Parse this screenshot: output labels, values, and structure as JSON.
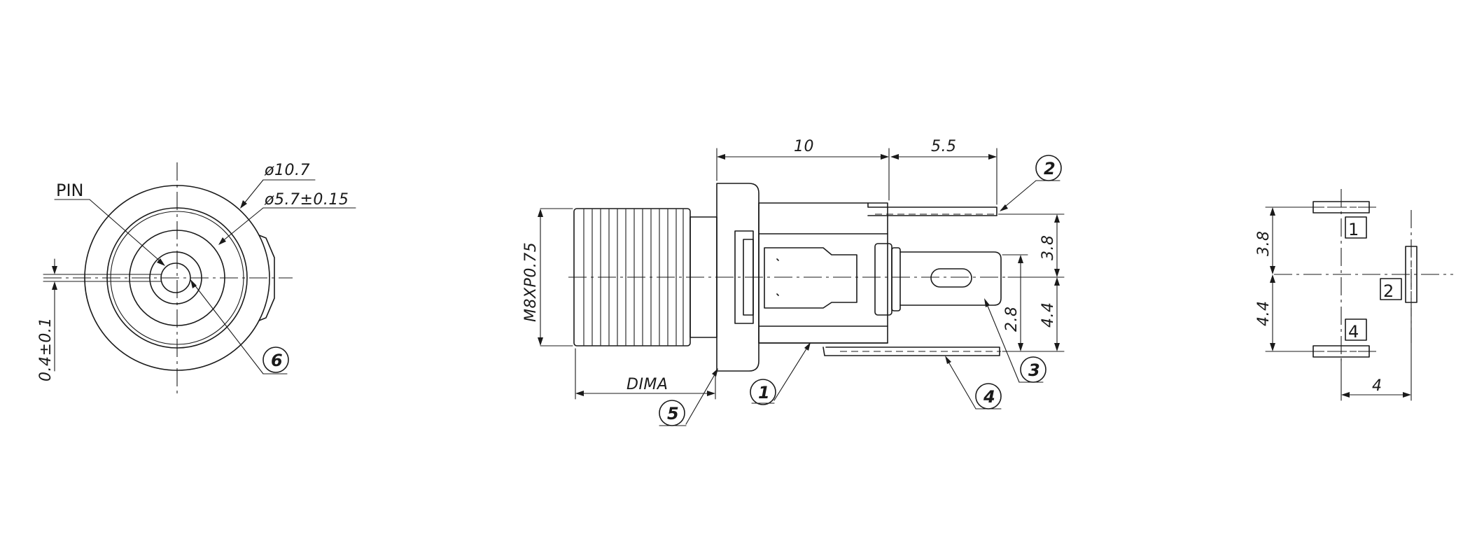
{
  "front_view": {
    "pin_label": "PIN",
    "outer_diameter": "ø10.7",
    "inner_diameter": "ø5.7±0.15",
    "pin_offset": "0.4±0.1",
    "balloon_6": "6"
  },
  "side_view": {
    "length_body": "10",
    "length_terminal": "5.5",
    "thread": "M8XP0.75",
    "panel_dim": "DIMA",
    "height_upper": "3.8",
    "height_lower": "4.4",
    "terminal_offset": "2.8",
    "balloon_1": "1",
    "balloon_2": "2",
    "balloon_3": "3",
    "balloon_4": "4",
    "balloon_5": "5"
  },
  "pcb_layout": {
    "spacing_upper": "3.8",
    "spacing_lower": "4.4",
    "spacing_horizontal": "4",
    "pad_1": "1",
    "pad_2": "2",
    "pad_4": "4"
  }
}
